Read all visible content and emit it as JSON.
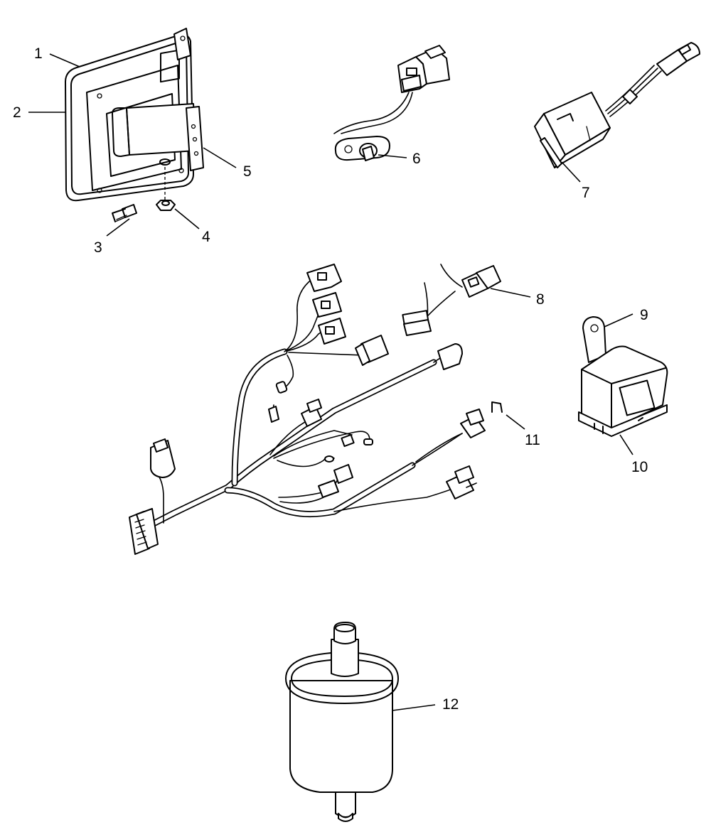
{
  "callouts": {
    "c1": "1",
    "c2": "2",
    "c3": "3",
    "c4": "4",
    "c5": "5",
    "c6": "6",
    "c7": "7",
    "c8": "8",
    "c9": "9",
    "c10": "10",
    "c11": "11",
    "c12": "12"
  },
  "parts": [
    {
      "callout": "1",
      "icon": "control-module-housing-icon"
    },
    {
      "callout": "2",
      "icon": "control-module-seal-icon"
    },
    {
      "callout": "3",
      "icon": "screw-icon"
    },
    {
      "callout": "4",
      "icon": "nut-icon"
    },
    {
      "callout": "5",
      "icon": "bracket-icon"
    },
    {
      "callout": "6",
      "icon": "sensor-icon"
    },
    {
      "callout": "7",
      "icon": "switch-module-icon"
    },
    {
      "callout": "8",
      "icon": "connector-icon"
    },
    {
      "callout": "9",
      "icon": "relay-bracket-icon"
    },
    {
      "callout": "10",
      "icon": "relay-icon"
    },
    {
      "callout": "11",
      "icon": "clip-icon"
    },
    {
      "callout": "12",
      "icon": "fuel-filter-icon"
    }
  ]
}
